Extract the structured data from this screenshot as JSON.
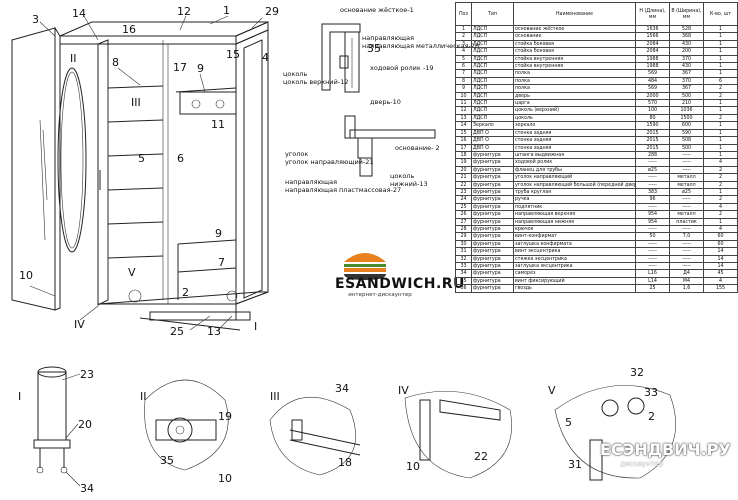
{
  "main_drawing": {
    "callouts": [
      "1",
      "2",
      "3",
      "4",
      "5",
      "6",
      "7",
      "8",
      "9",
      "10",
      "11",
      "12",
      "13",
      "14",
      "15",
      "16",
      "17",
      "25",
      "29"
    ],
    "roman_marks": [
      "I",
      "II",
      "III",
      "IV",
      "V"
    ],
    "labels": {
      "base_top": "основание жёсткое-1",
      "rail_metal": "направляющая металлическая-26",
      "plinth_top": "цоколь верхний-12",
      "roller": "ходовой ролик -19",
      "door": "дверь-10",
      "corner_rail": "уголок направляющий-21",
      "rail_plastic": "направляющая пластмассовая-27",
      "base2": "основание- 2",
      "plinth_bottom": "цоколь нижний-13",
      "detail_35": "35"
    }
  },
  "parts_table": {
    "headers": [
      "Поз",
      "Тип",
      "Наименование",
      "H (Длина), мм",
      "B (Ширина), мм",
      "К-во, шт"
    ],
    "rows": [
      [
        "1",
        "ЛДСП",
        "основание жёсткое",
        "1636",
        "528",
        "1"
      ],
      [
        "2",
        "ЛДСП",
        "основание",
        "1566",
        "368",
        "1"
      ],
      [
        "3",
        "ЛДСП",
        "стойка боковая",
        "2084",
        "430",
        "1"
      ],
      [
        "4",
        "ЛДСП",
        "стойка боковая",
        "2084",
        "200",
        "1"
      ],
      [
        "5",
        "ЛДСП",
        "стойка внутренняя",
        "1988",
        "370",
        "1"
      ],
      [
        "6",
        "ЛДСП",
        "стойка внутренняя",
        "1988",
        "430",
        "1"
      ],
      [
        "7",
        "ЛДСП",
        "полка",
        "569",
        "367",
        "1"
      ],
      [
        "8",
        "ЛДСП",
        "полка",
        "484",
        "370",
        "6"
      ],
      [
        "9",
        "ЛДСП",
        "полка",
        "569",
        "367",
        "2"
      ],
      [
        "10",
        "ЛДСП",
        "дверь",
        "2000",
        "500",
        "2"
      ],
      [
        "11",
        "ЛДСП",
        "царга",
        "570",
        "210",
        "1"
      ],
      [
        "12",
        "ЛДСП",
        "цоколь (верхний)",
        "100",
        "1036",
        "1"
      ],
      [
        "13",
        "ЛДСП",
        "цоколь",
        "80",
        "1500",
        "2"
      ],
      [
        "14",
        "Зеркало",
        "зеркало",
        "1590",
        "600",
        "1"
      ],
      [
        "15",
        "ДВП О",
        "стенка задняя",
        "2015",
        "590",
        "1"
      ],
      [
        "16",
        "ДВП О",
        "стенка задняя",
        "2015",
        "508",
        "1"
      ],
      [
        "17",
        "ДВП О",
        "стенка задняя",
        "2015",
        "500",
        "1"
      ],
      [
        "18",
        "фурнитура",
        "штанга выдвижная",
        "288",
        "-----",
        "1"
      ],
      [
        "19",
        "фурнитура",
        "ходовой ролик",
        "-----",
        "-----",
        "4"
      ],
      [
        "20",
        "фурнитура",
        "фланец для трубы",
        "ø25",
        "-----",
        "2"
      ],
      [
        "21",
        "фурнитура",
        "уголок направляющий",
        "-----",
        "металл",
        "2"
      ],
      [
        "22",
        "фурнитура",
        "уголок направляющий большой (передней двери)",
        "-----",
        "металл",
        "2"
      ],
      [
        "23",
        "фурнитура",
        "труба круглая",
        "383",
        "ø25",
        "1"
      ],
      [
        "24",
        "фурнитура",
        "ручка",
        "96",
        "-----",
        "2"
      ],
      [
        "25",
        "фурнитура",
        "подпятник",
        "-----",
        "-----",
        "4"
      ],
      [
        "26",
        "фурнитура",
        "направляющая верхняя",
        "954",
        "металл",
        "2"
      ],
      [
        "27",
        "фурнитура",
        "направляющая нижняя",
        "954",
        "пластик",
        "1"
      ],
      [
        "28",
        "фурнитура",
        "крючок",
        "-----",
        "-----",
        "4"
      ],
      [
        "29",
        "фурнитура",
        "винт-конфирмат",
        "50",
        "7,0",
        "60"
      ],
      [
        "30",
        "фурнитура",
        "заглушка конфирмата",
        "-----",
        "-----",
        "60"
      ],
      [
        "31",
        "фурнитура",
        "винт эксцентрика",
        "-----",
        "-----",
        "14"
      ],
      [
        "32",
        "фурнитура",
        "стяжка эксцентрика",
        "-----",
        "-----",
        "14"
      ],
      [
        "33",
        "фурнитура",
        "заглушка эксцентрика",
        "-----",
        "-----",
        "14"
      ],
      [
        "34",
        "фурнитура",
        "саморез",
        "L16",
        "Д4",
        "45"
      ],
      [
        "35",
        "фурнитура",
        "винт фиксирующий",
        "L14",
        "M4",
        "4"
      ],
      [
        "36",
        "фурнитура",
        "гвоздь",
        "25",
        "1,6",
        "155"
      ]
    ]
  },
  "brand": {
    "name": "ESANDWICH.RU",
    "subtitle": "интернет-дискаунтер",
    "watermark": "ЕСЭНДВИЧ.РУ",
    "watermark_sub": "дискаунтер"
  },
  "details": [
    {
      "mark": "I",
      "numbers": [
        "23",
        "20",
        "34"
      ]
    },
    {
      "mark": "II",
      "numbers": [
        "19",
        "35",
        "10"
      ]
    },
    {
      "mark": "III",
      "numbers": [
        "34",
        "18"
      ]
    },
    {
      "mark": "IV",
      "numbers": [
        "10",
        "22"
      ]
    },
    {
      "mark": "V",
      "numbers": [
        "32",
        "33",
        "5",
        "2",
        "31"
      ]
    }
  ],
  "colors": {
    "line": "#222222",
    "logo_orange": "#e8821e",
    "logo_dark": "#333333"
  }
}
